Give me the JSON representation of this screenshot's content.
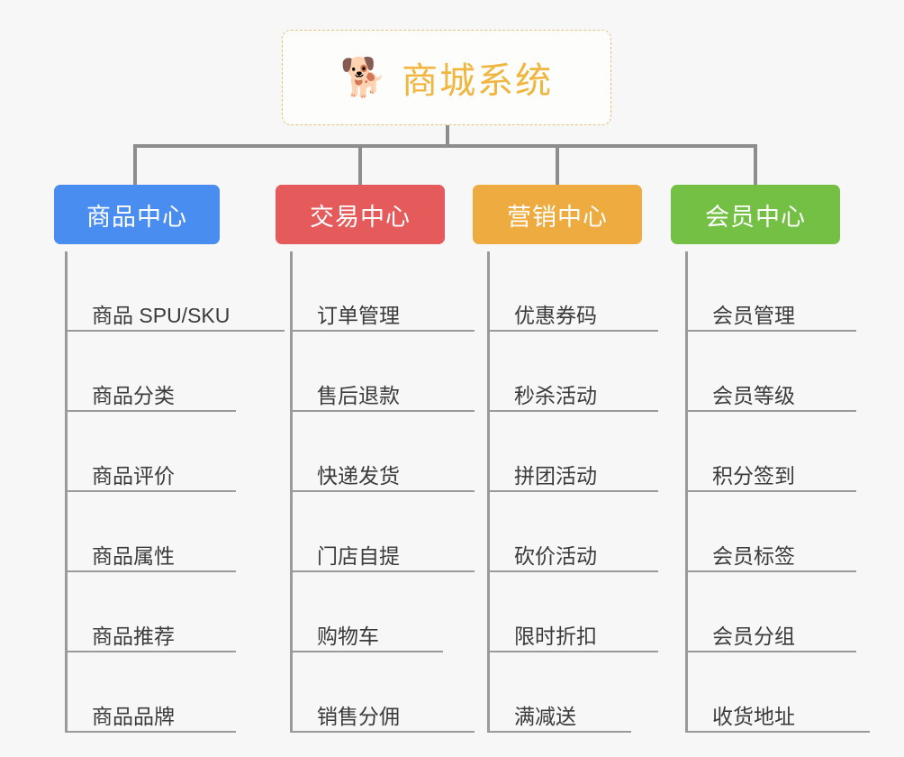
{
  "root": {
    "title": "商城系统",
    "icon": "shiba-dog-emoji",
    "icon_glyph": "🐕",
    "title_color": "#f0b63f",
    "border_color": "#e9c07a"
  },
  "connector_color": "#8d8d8d",
  "leaf_line_color": "#9a9a9a",
  "background": "#f7f7f7",
  "columns": [
    {
      "title": "商品中心",
      "color": "#4a8df0",
      "items": [
        "商品 SPU/SKU",
        "商品分类",
        "商品评价",
        "商品属性",
        "商品推荐",
        "商品品牌"
      ]
    },
    {
      "title": "交易中心",
      "color": "#e55b5b",
      "items": [
        "订单管理",
        "售后退款",
        "快递发货",
        "门店自提",
        "购物车",
        "销售分佣"
      ]
    },
    {
      "title": "营销中心",
      "color": "#eeab3f",
      "items": [
        "优惠券码",
        "秒杀活动",
        "拼团活动",
        "砍价活动",
        "限时折扣",
        "满减送"
      ]
    },
    {
      "title": "会员中心",
      "color": "#74c044",
      "items": [
        "会员管理",
        "会员等级",
        "积分签到",
        "会员标签",
        "会员分组",
        "收货地址"
      ]
    }
  ]
}
